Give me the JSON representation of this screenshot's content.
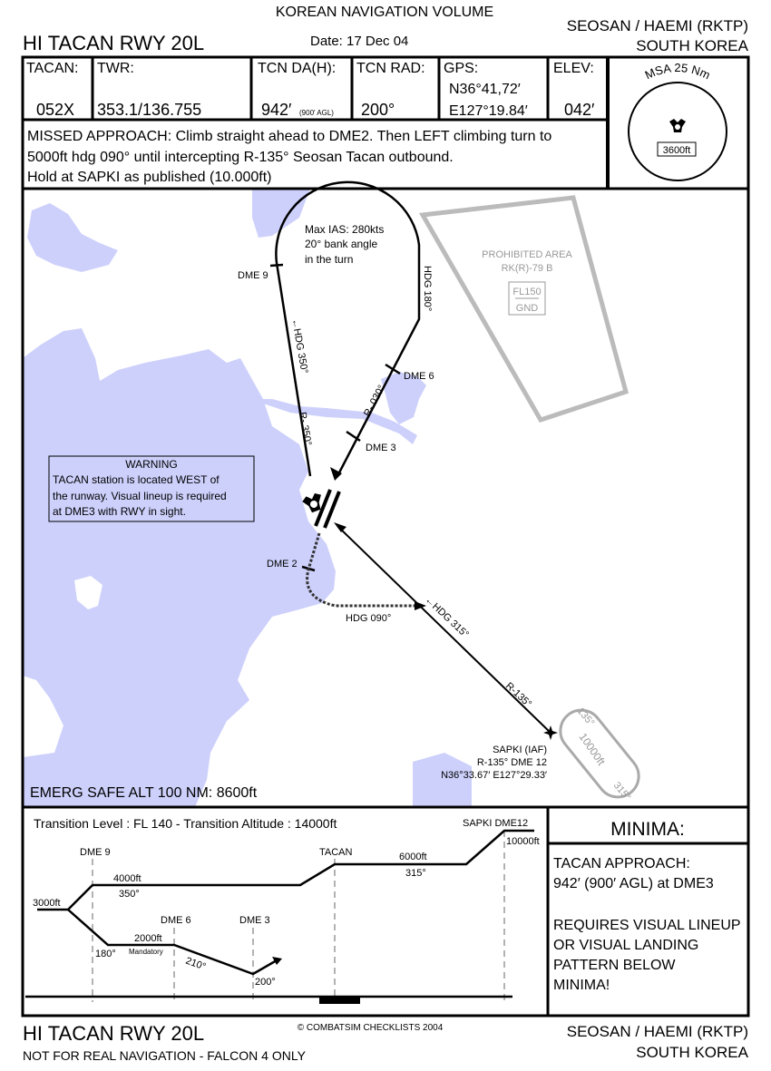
{
  "header": {
    "volume": "KOREAN NAVIGATION VOLUME",
    "procedure": "HI TACAN RWY 20L",
    "date": "Date: 17 Dec 04",
    "airport": "SEOSAN / HAEMI (RKTP)",
    "country": "SOUTH KOREA"
  },
  "info": {
    "tacan_label": "TACAN:",
    "tacan_value": "052X",
    "twr_label": "TWR:",
    "twr_value": "353.1/136.755",
    "da_label": "TCN DA(H):",
    "da_value": "942′",
    "da_agl": "(900′ AGL)",
    "rad_label": "TCN RAD:",
    "rad_value": "200°",
    "gps_label": "GPS:",
    "gps_lat": "N36°41,72′",
    "gps_lon": "E127°19.84′",
    "elev_label": "ELEV:",
    "elev_value": "042′"
  },
  "missed_approach": [
    "MISSED APPROACH: Climb straight ahead to DME2. Then LEFT climbing turn to",
    "5000ft hdg 090° until intercepting R-135° Seosan Tacan outbound.",
    "Hold at SAPKI as published (10.000ft)"
  ],
  "msa": {
    "title": "MSA 25 Nm",
    "altitude": "3600ft"
  },
  "map": {
    "water_color": "#cdd0fb",
    "turn_note": [
      "Max IAS: 280kts",
      "20° bank angle",
      "in the turn"
    ],
    "dme9": "DME 9",
    "dme6": "DME 6",
    "dme3": "DME 3",
    "dme2": "DME 2",
    "hdg180": "HDG 180°",
    "hdg350": "←HDG 350°",
    "r350": "R- 350°",
    "r030": "R- 030°",
    "hdg090": "HDG 090°",
    "hdg315": "←HDG 315°",
    "r135": "R-135°",
    "prohibited": {
      "title": "PROHIBITED AREA",
      "id": "RK(R)-79 B",
      "upper": "FL150",
      "lower": "GND"
    },
    "warning": {
      "title": "WARNING",
      "lines": [
        "TACAN station is located WEST of",
        "the runway. Visual lineup is required",
        "at DME3 with RWY in sight."
      ]
    },
    "sapki": [
      "SAPKI (IAF)",
      "R-135° DME 12",
      "N36°33.67′ E127°29.33′"
    ],
    "hold_in": "135°",
    "hold_out": "315°",
    "hold_alt": "10000ft",
    "emerg": "EMERG SAFE ALT 100 NM: 8600ft"
  },
  "profile": {
    "transition": "Transition Level : FL 140  -  Transition Altitude : 14000ft",
    "sapki": "SAPKI DME12",
    "sapki_alt": "10000ft",
    "dme9": "DME 9",
    "tacan": "TACAN",
    "dme6": "DME 6",
    "dme3": "DME 3",
    "alt3000": "3000ft",
    "alt4000": "4000ft",
    "crs350": "350°",
    "alt6000": "6000ft",
    "crs315": "315°",
    "crs180": "180°",
    "alt2000": "2000ft",
    "mandatory": "Mandatory",
    "crs210": "210°",
    "crs200": "200°"
  },
  "minima": {
    "title": "MINIMA:",
    "lines": [
      "TACAN APPROACH:",
      "942′ (900′ AGL) at DME3",
      "",
      "REQUIRES VISUAL LINEUP",
      "OR VISUAL LANDING",
      "PATTERN BELOW",
      "MINIMA!"
    ]
  },
  "footer": {
    "procedure": "HI TACAN RWY 20L",
    "disclaimer": "NOT FOR REAL NAVIGATION - FALCON 4 ONLY",
    "copyright": "© COMBATSIM CHECKLISTS 2004",
    "airport": "SEOSAN / HAEMI (RKTP)",
    "country": "SOUTH KOREA"
  }
}
